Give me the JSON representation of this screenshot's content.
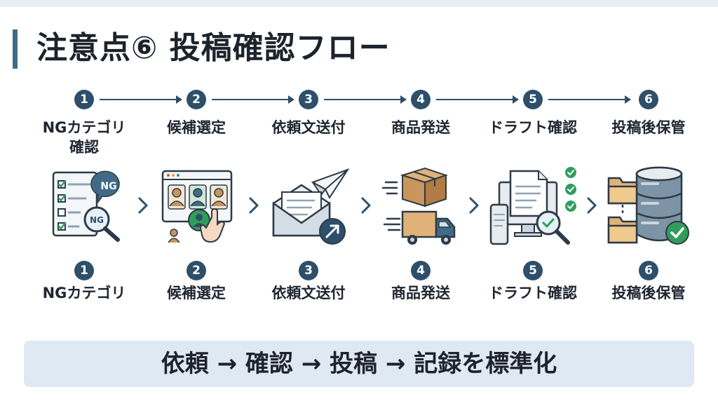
{
  "title": "注意点⑥ 投稿確認フロー",
  "steps": [
    {
      "num": "1",
      "label": "NGカテゴリ\n確認",
      "label_short": "NGカテゴリ",
      "icon": "checklist-ng-magnifier-icon",
      "badge": "NG",
      "badge2": "NG"
    },
    {
      "num": "2",
      "label": "候補選定",
      "label_short": "候補選定",
      "icon": "candidate-selection-icon"
    },
    {
      "num": "3",
      "label": "依頼文送付",
      "label_short": "依頼文送付",
      "icon": "mail-send-icon"
    },
    {
      "num": "4",
      "label": "商品発送",
      "label_short": "商品発送",
      "icon": "package-shipping-icon"
    },
    {
      "num": "5",
      "label": "ドラフト確認",
      "label_short": "ドラフト確認",
      "icon": "draft-review-icon"
    },
    {
      "num": "6",
      "label": "投稿後保管",
      "label_short": "投稿後保管",
      "icon": "archive-storage-icon"
    }
  ],
  "banner": "依頼 → 確認 → 投稿 → 記録を標準化",
  "colors": {
    "accent": "#2e4f6a",
    "banner_bg": "#dfe9f1",
    "green": "#2f9e5b",
    "box_brown": "#c9955b"
  }
}
